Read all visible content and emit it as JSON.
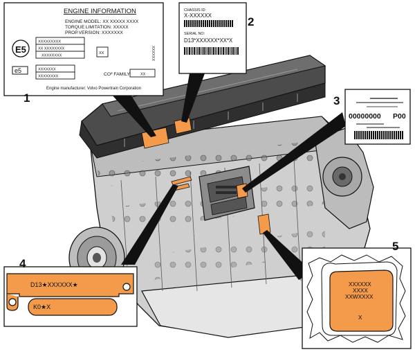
{
  "callouts": {
    "c1": "1",
    "c2": "2",
    "c3": "3",
    "c4": "4",
    "c5": "5"
  },
  "label1": {
    "title": "ENGINE INFORMATION",
    "engine_model": "ENGINE MODEL: XX XXXXX XXXX",
    "torque_limitation": "TORQUE LIMITATION: XXXXX",
    "prop_version": "PROP.VERSION: XXXXXXX",
    "approval_mark": "E5",
    "approval_small": "e5",
    "box_lines_a": [
      "XXXXXXXXX",
      "XX XXXXXXXX",
      "XXXXXXXX"
    ],
    "box_lines_b": [
      "XXXXXXX",
      "XXXXXXXX"
    ],
    "square_code": "XX",
    "vertical_code": "XXXXXX",
    "co2_family_label": "CO² FAMILY:",
    "co2_family_value": "XX",
    "manufacturer": "Engine manufacturer: Volvo Powertrain Corporation"
  },
  "label2": {
    "chassis_id_label": "CHASSIS ID:",
    "chassis_id_value": "X-XXXXXX",
    "serial_label": "SERIAL NO:",
    "serial_value": "D13*XXXXXX*XX*X"
  },
  "label3": {
    "number": "00000000",
    "code": "P00"
  },
  "label4": {
    "line1": "D13★XXXXXX★",
    "line2": "K0★X"
  },
  "label5": {
    "lines": [
      "XXXXXX",
      "XXXX",
      "XXWXXXX"
    ],
    "bottom": "X"
  },
  "colors": {
    "orange": "#f39a4b",
    "engine_light": "#d9d9d9",
    "engine_mid": "#a9a9a9",
    "engine_dark": "#444444",
    "outline": "#111111"
  }
}
